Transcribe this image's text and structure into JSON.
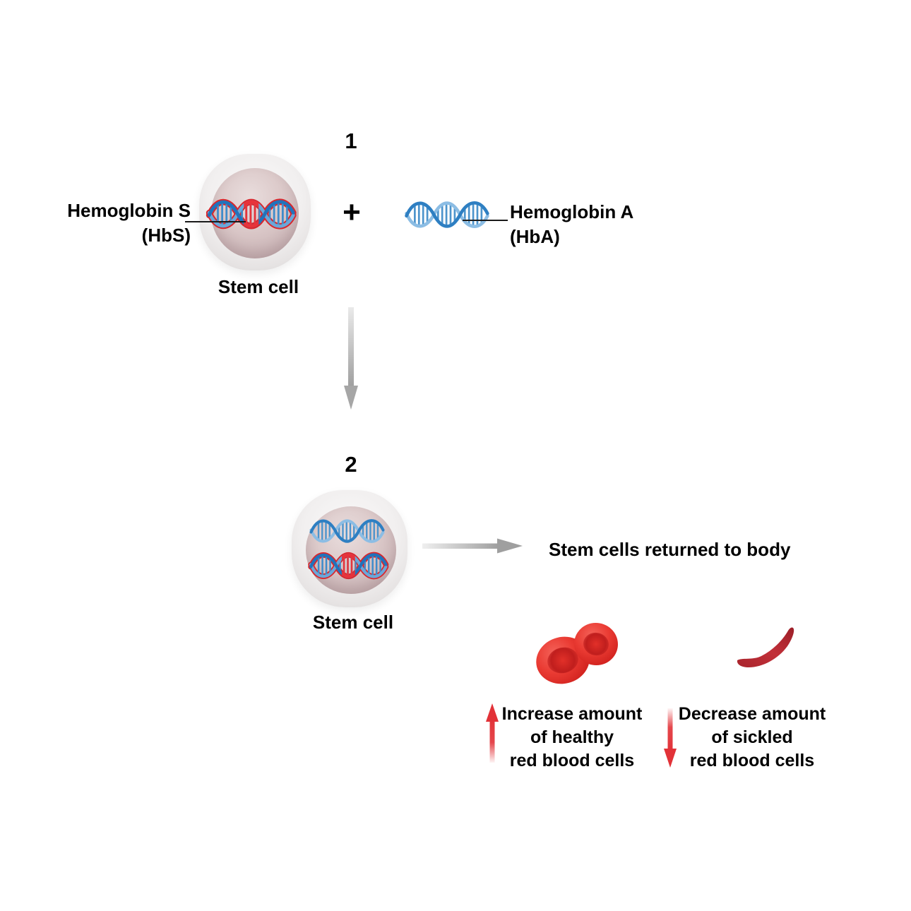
{
  "colors": {
    "background": "#ffffff",
    "text": "#000000",
    "dna_blue_front": "#2273bb",
    "dna_blue_back": "#7fb2dd",
    "dna_rung_blue": "#3f8ccb",
    "dna_mutation_red": "#e8333a",
    "dna_outline_red": "#d9262c",
    "cell_membrane_gray": "#e8e6e6",
    "cell_nucleus_pink": "#d4c0c2",
    "gray_arrow": "#a6a6a6",
    "red_arrow": "#e23238",
    "healthy_rbc_red": "#e5302b",
    "sickle_rbc_red": "#b02831"
  },
  "step1": {
    "number": "1",
    "plus_sign": "+",
    "hbs_label": {
      "line1": "Hemoglobin S",
      "line2": "(HbS)"
    },
    "hba_label": {
      "line1": "Hemoglobin A",
      "line2": "(HbA)"
    },
    "stem_cell_caption": "Stem cell"
  },
  "step2": {
    "number": "2",
    "stem_cell_caption": "Stem cell",
    "result_text": "Stem cells returned to body"
  },
  "legend": {
    "increase": {
      "line1": "Increase amount",
      "line2": "of healthy",
      "line3": "red blood cells"
    },
    "decrease": {
      "line1": "Decrease amount",
      "line2": "of sickled",
      "line3": "red blood cells"
    }
  }
}
